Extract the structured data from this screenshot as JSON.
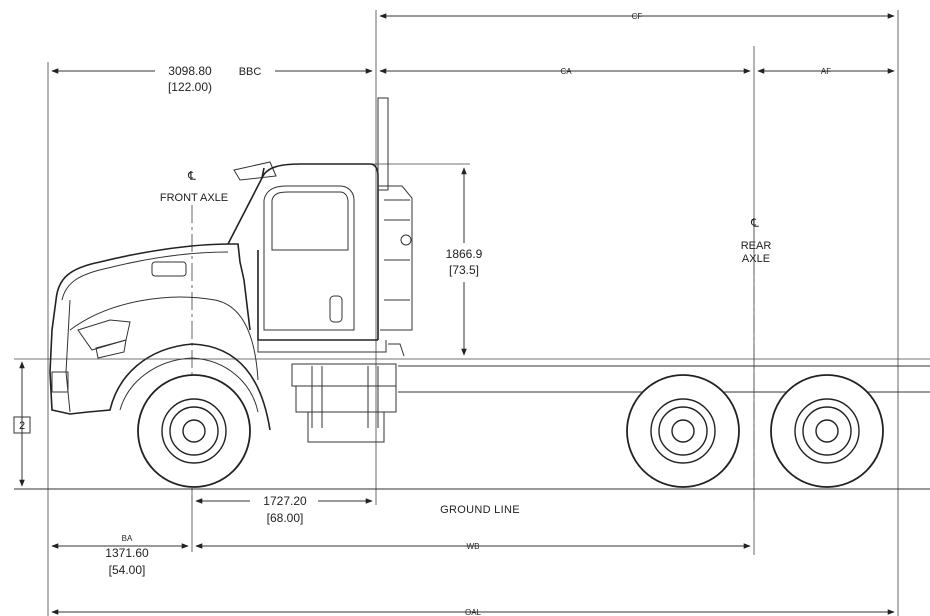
{
  "dimensions": {
    "cf": "CF",
    "bbc_value": "3098.80",
    "bbc_inch": "[122.00)",
    "bbc_label": "BBC",
    "ca": "CA",
    "af": "AF",
    "height_value": "1866.9",
    "height_inch": "[73.5]",
    "axle_to_cab_value": "1727.20",
    "axle_to_cab_inch": "[68.00]",
    "ba_label": "BA",
    "ba_value": "1371.60",
    "ba_inch": "[54.00]",
    "wb": "WB",
    "oal": "OAL",
    "ground_clearance_tag": "2"
  },
  "labels": {
    "front_axle_symbol": "℄",
    "front_axle": "FRONT AXLE",
    "rear_axle_symbol": "℄",
    "rear_axle_line1": "REAR",
    "rear_axle_line2": "AXLE",
    "ground_line": "GROUND LINE"
  },
  "colors": {
    "line": "#222222",
    "background": "#ffffff"
  }
}
